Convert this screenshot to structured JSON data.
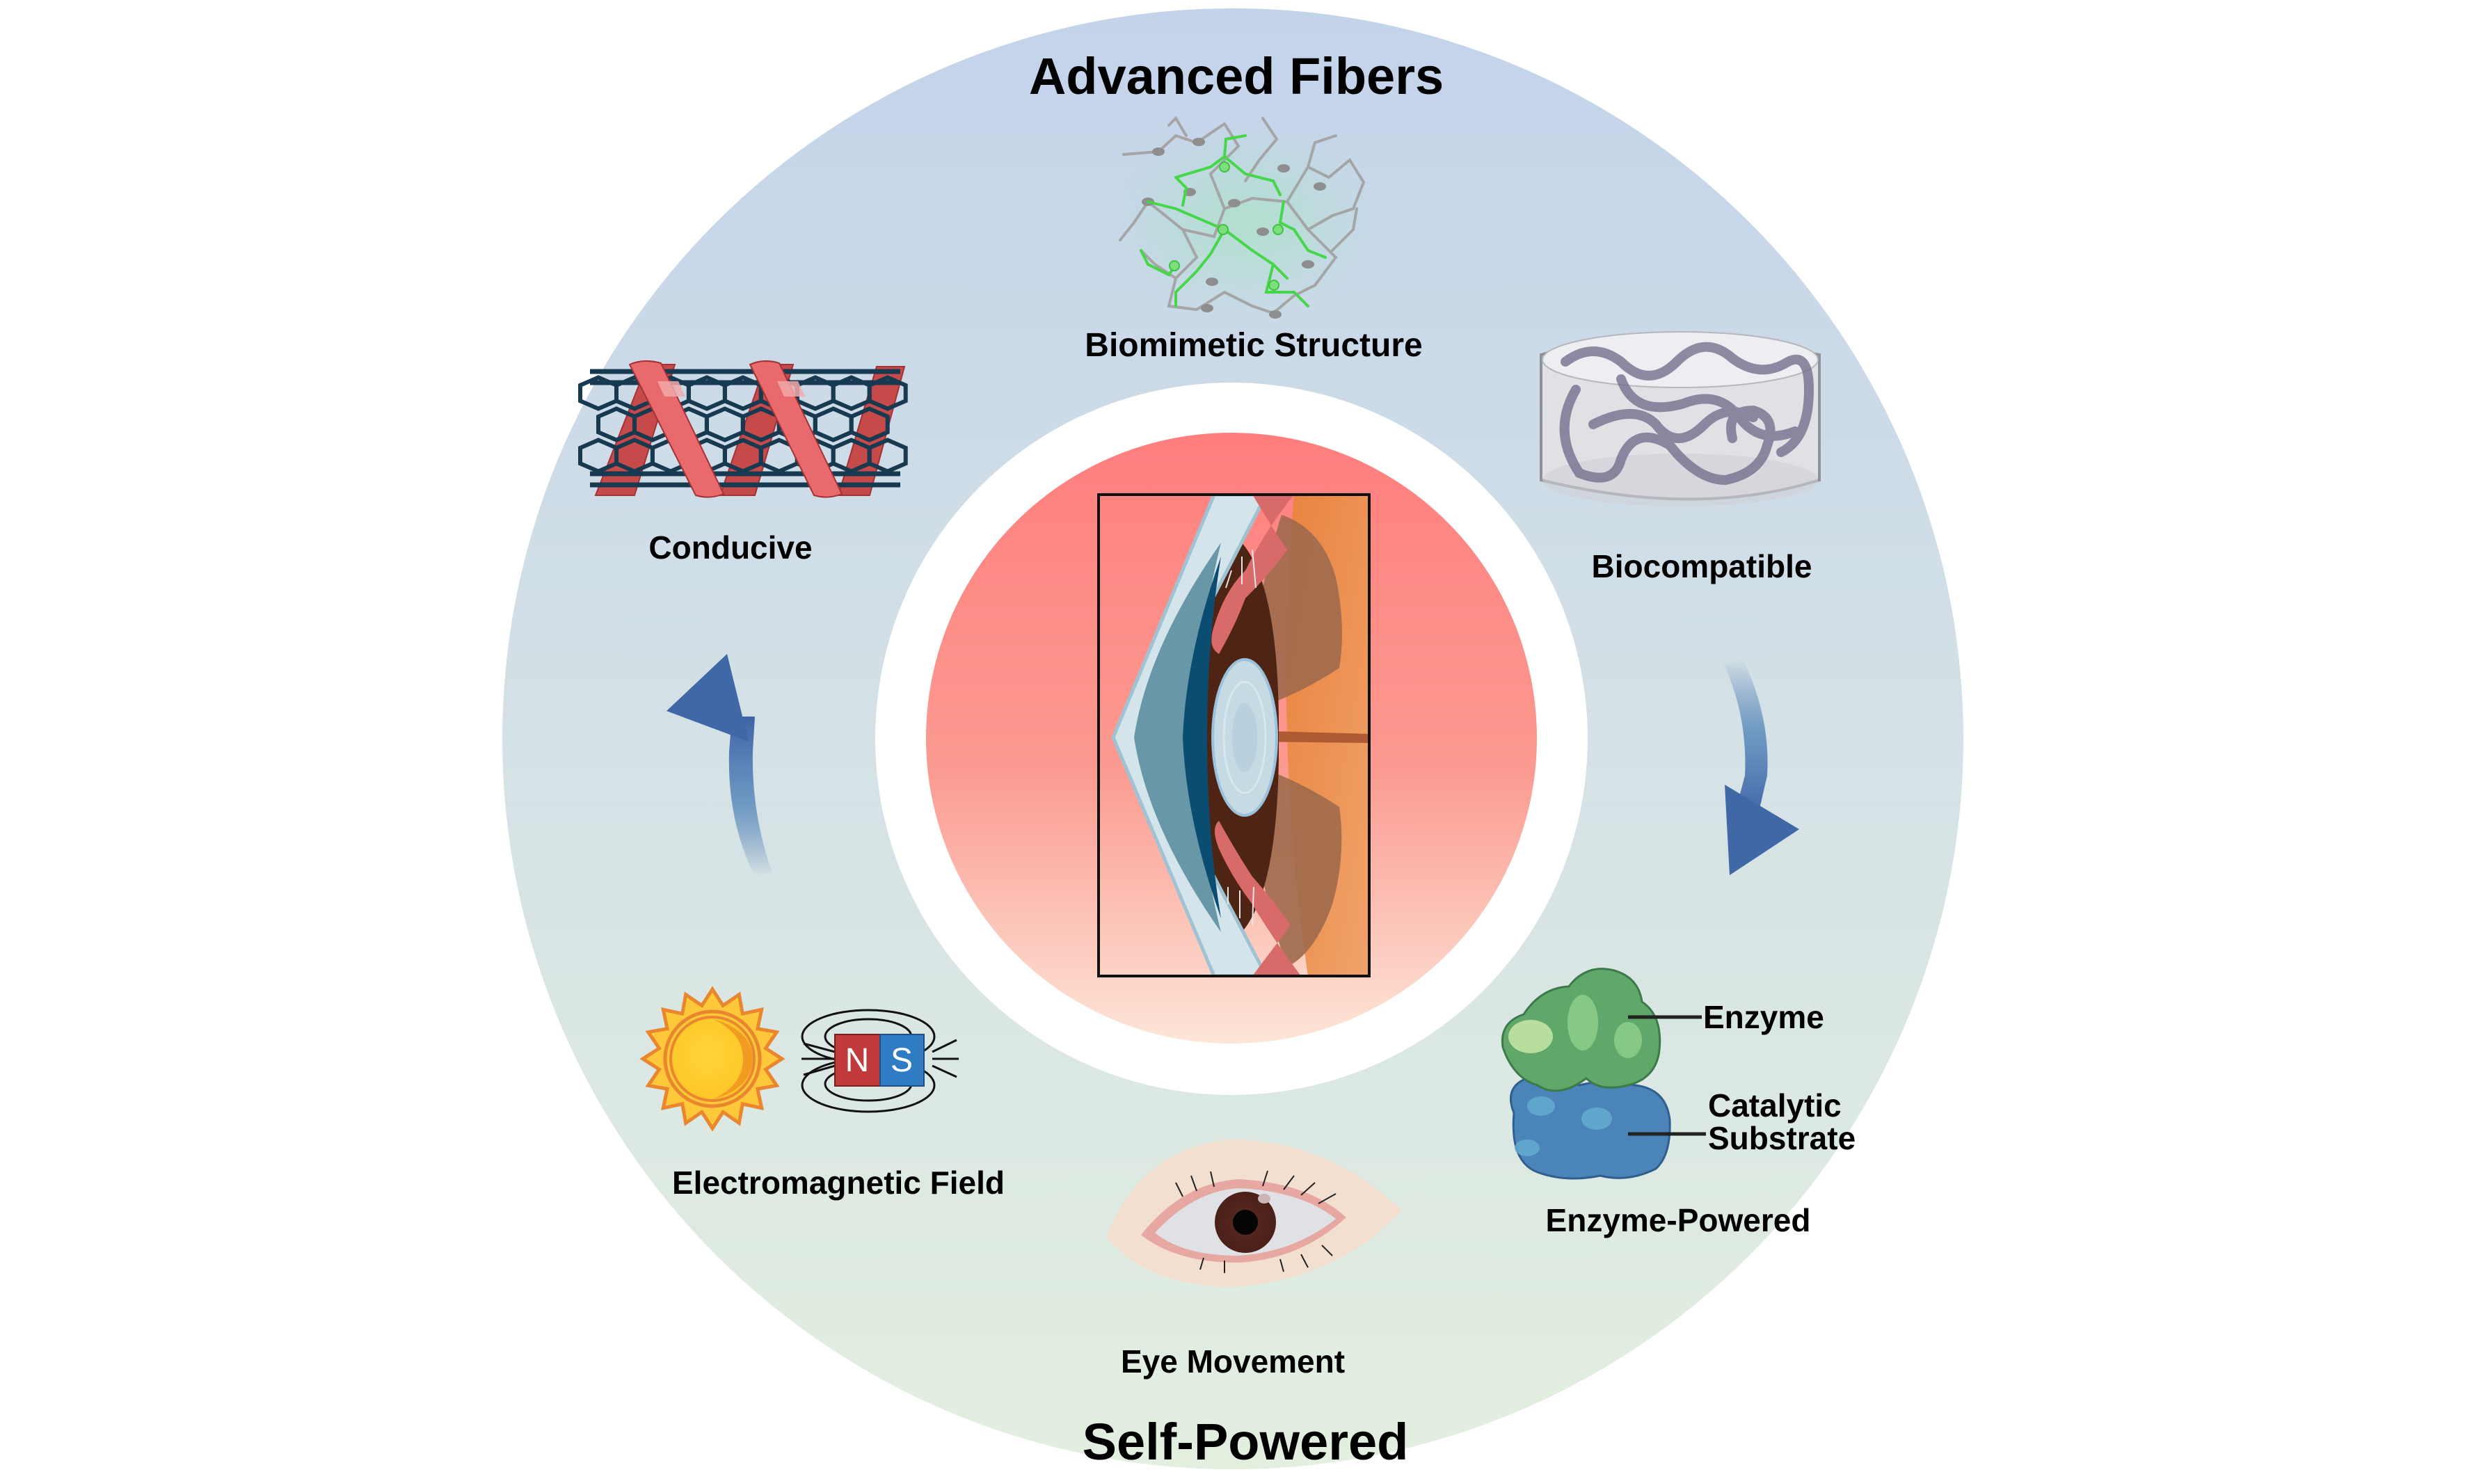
{
  "diagram": {
    "top_heading": "Advanced Fibers",
    "bottom_heading": "Self-Powered",
    "center_illustration": "eye-anatomy-cross-section",
    "advanced_fiber_properties": [
      {
        "id": "biomimetic",
        "label": "Biomimetic Structure",
        "icon": "neuron-network-icon"
      },
      {
        "id": "conducive",
        "label": "Conducive",
        "icon": "carbon-nanotube-helix-icon"
      },
      {
        "id": "biocompatible",
        "label": "Biocompatible",
        "icon": "hydrogel-fiber-cylinder-icon"
      }
    ],
    "self_powered_sources": [
      {
        "id": "enzyme",
        "label": "Enzyme-Powered",
        "icon": "enzyme-substrate-icon",
        "callouts": [
          "Enzyme",
          "Catalytic",
          "Substrate"
        ]
      },
      {
        "id": "eye-movement",
        "label": "Eye Movement",
        "icon": "human-eye-icon"
      },
      {
        "id": "electromagnetic",
        "label": "Electromagnetic Field",
        "icon": "sun-and-magnet-icon",
        "magnet_poles": [
          "N",
          "S"
        ]
      }
    ],
    "cycle_arrows": [
      {
        "id": "right",
        "direction": "clockwise-down",
        "icon": "curved-arrow-down-icon"
      },
      {
        "id": "left",
        "direction": "clockwise-up",
        "icon": "curved-arrow-up-icon"
      }
    ],
    "colors": {
      "ring_top": "#c3d3ea",
      "ring_mid": "#d4e1e6",
      "ring_bottom": "#e3efdf",
      "inner_top": "#ff7e7e",
      "inner_bottom": "#fde3d6",
      "arrow": "#3f6aa8",
      "magnet_north": "#c0393b",
      "magnet_south": "#2f7bc4"
    }
  }
}
